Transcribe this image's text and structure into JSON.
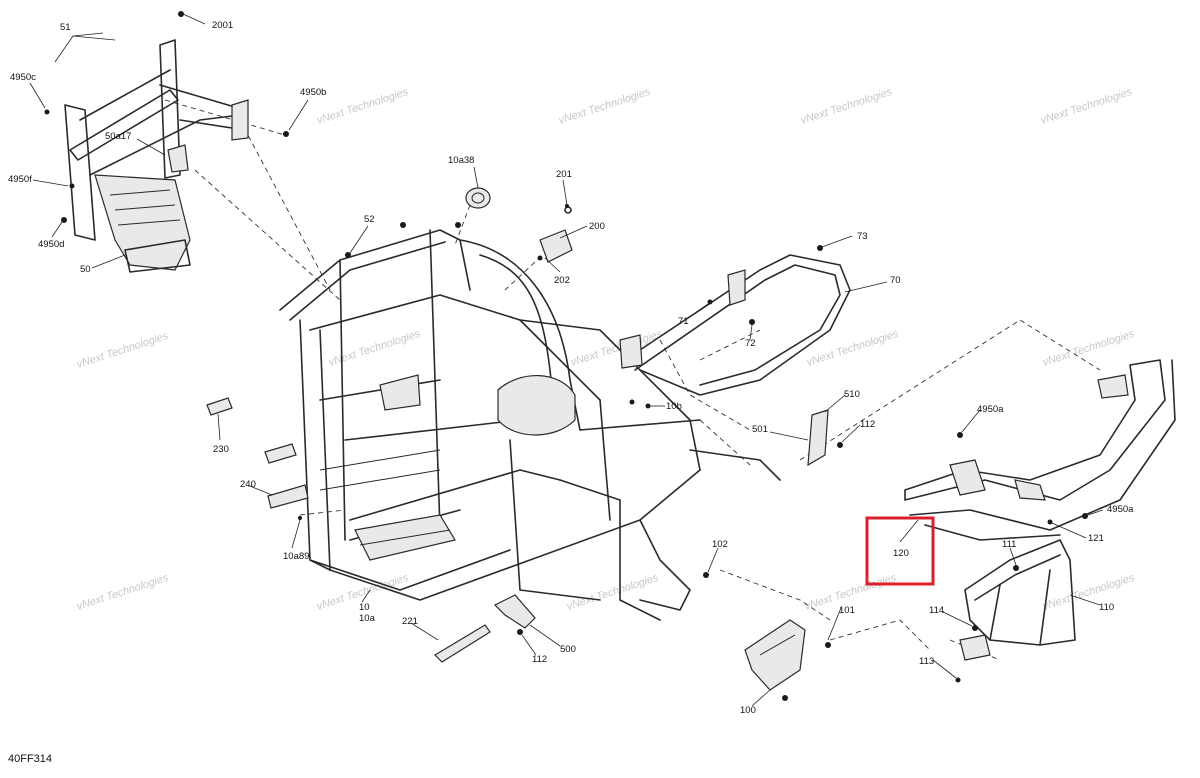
{
  "diagram": {
    "reference_code": "40FF314",
    "watermark": "vNext Technologies",
    "highlight_color": "#d9202c",
    "highlighted_part": "120",
    "callouts": [
      "2001",
      "51",
      "4950c",
      "4950b",
      "50a17",
      "4950f",
      "4950d",
      "50",
      "10a38",
      "52",
      "201",
      "200",
      "202",
      "73",
      "70",
      "71",
      "72",
      "10b",
      "230",
      "240",
      "10a89",
      "501",
      "510",
      "112",
      "4950a",
      "121",
      "120",
      "111",
      "102",
      "10",
      "10a",
      "221",
      "500",
      "112",
      "101",
      "114",
      "110",
      "113",
      "100"
    ]
  }
}
